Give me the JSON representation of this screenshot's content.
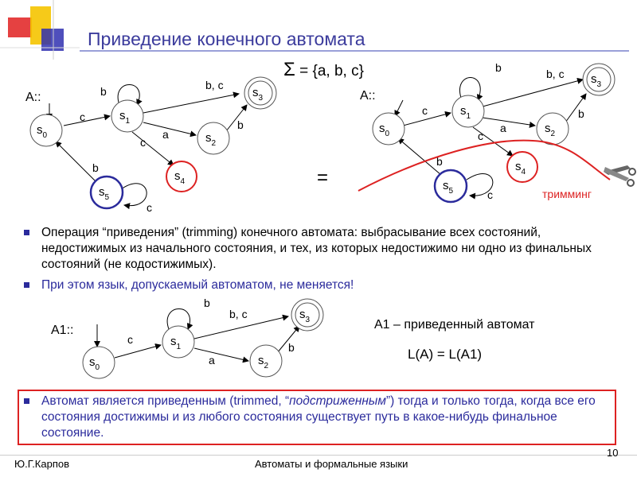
{
  "slide": {
    "title": "Приведение конечного автомата",
    "alphabet": {
      "symbol": "Σ",
      "set": " = {a, b, c}"
    },
    "equals_sign": "=",
    "trimming_label": "тримминг",
    "bullet1": "Операция “приведения” (trimming) конечного автомата: выбрасывание всех состояний, недостижимых из начального состояния, и тех, из которых недостижимо ни одно из финальных состояний (не кодостижимых).",
    "bullet2": "При этом язык, допускаемый автоматом, не меняется!",
    "a1_definition": "A1 – приведенный автомат",
    "language_equality": "L(A)  =  L(A1)",
    "bullet3_part1": "Автомат является приведенным (trimmed, “",
    "bullet3_italic": "подстриженным",
    "bullet3_part2": "”) тогда и только тогда, когда все его состояния достижимы и из любого состояния существует путь в какое-нибудь финальное состояние.",
    "footer": {
      "author": "Ю.Г.Карпов",
      "course": "Автоматы и формальные языки",
      "page": "10"
    }
  },
  "diagrams": {
    "automaton_a": {
      "name": "A::",
      "states": [
        "s",
        "s",
        "s",
        "s",
        "s",
        "s"
      ],
      "subscripts": [
        "0",
        "1",
        "2",
        "3",
        "4",
        "5"
      ],
      "labels": {
        "s0_s1": "c",
        "s1_loop": "b",
        "s1_s3": "b, c",
        "s1_s2": "a",
        "s2_s3": "b",
        "s1_s4": "c",
        "s5_s0": "b",
        "s5_loop": "c"
      }
    },
    "automaton_a1": {
      "name": "A1::",
      "labels": {
        "s0_s1": "c",
        "s1_loop": "b",
        "s1_s3": "b, c",
        "s1_s2": "a",
        "s2_s3": "b"
      }
    }
  },
  "colors": {
    "title": "#3b3b9c",
    "accent_red": "#d22222",
    "accent_blue": "#2b2b9c",
    "logo_yellow": "#f5c400",
    "logo_red": "#e02020",
    "logo_blue": "#3030b0"
  }
}
